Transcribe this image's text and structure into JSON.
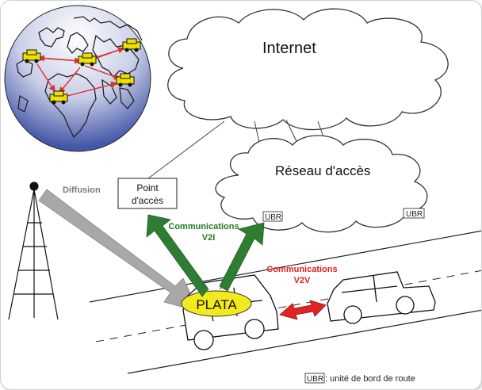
{
  "clouds": {
    "internet": "Internet",
    "access_network": "Réseau d'accès"
  },
  "access_point": {
    "line1": "Point",
    "line2": "d'accès"
  },
  "labels": {
    "diffusion": "Diffusion",
    "v2i_line1": "Communications",
    "v2i_line2": "V2I",
    "v2v_line1": "Communications",
    "v2v_line2": "V2V",
    "plata": "PLATA",
    "ubr": "UBR",
    "legend_key": "UBR",
    "legend_text": ": unité de bord de route"
  },
  "colors": {
    "v2i_arrow": "#2f7d32",
    "v2v_arrow": "#e02424",
    "diffusion_arrow": "#a8a8a8",
    "plata_fill": "#f2ea1c",
    "globe_top": "#ffffff",
    "globe_bottom": "#4456a8",
    "car_icon": "#f0e000",
    "map_arrow": "#e03030"
  }
}
